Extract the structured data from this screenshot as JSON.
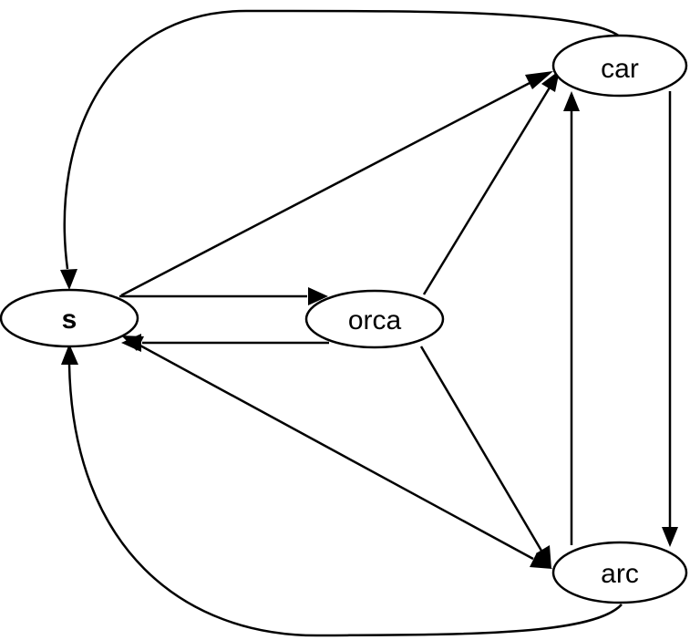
{
  "diagram": {
    "nodes": {
      "s": {
        "label": "s"
      },
      "orca": {
        "label": "orca"
      },
      "car": {
        "label": "car"
      },
      "arc": {
        "label": "arc"
      }
    },
    "edges": [
      {
        "from": "s",
        "to": "car"
      },
      {
        "from": "s",
        "to": "orca"
      },
      {
        "from": "orca",
        "to": "s"
      },
      {
        "from": "arc",
        "to": "s"
      },
      {
        "from": "s",
        "to": "arc"
      },
      {
        "from": "orca",
        "to": "car"
      },
      {
        "from": "orca",
        "to": "arc"
      },
      {
        "from": "car",
        "to": "arc"
      },
      {
        "from": "arc",
        "to": "car"
      },
      {
        "from": "car",
        "to": "s"
      },
      {
        "from": "arc",
        "to": "s"
      }
    ],
    "colors": {
      "stroke": "#000000",
      "background": "#ffffff"
    }
  }
}
